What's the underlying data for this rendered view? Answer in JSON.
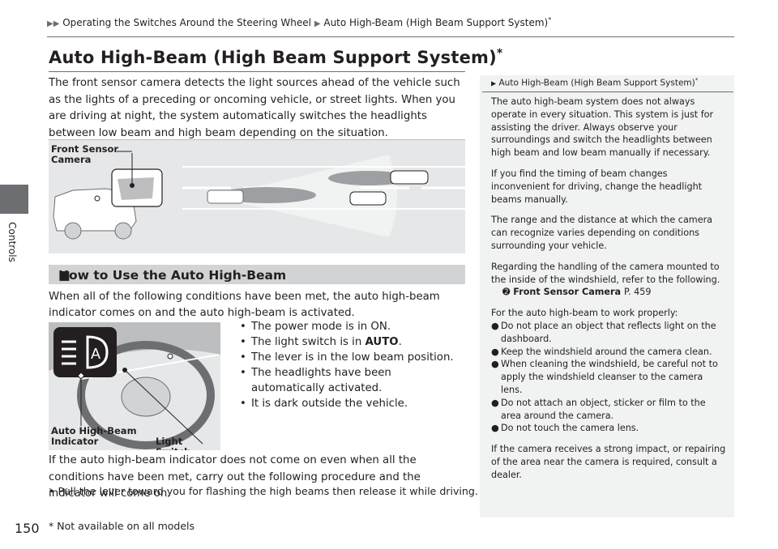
{
  "breadcrumb": {
    "parent": "Operating the Switches Around the Steering Wheel",
    "current": "Auto High-Beam (High Beam Support System)",
    "marker": "*"
  },
  "side_tab": {
    "label": "Controls"
  },
  "title": {
    "text": "Auto High-Beam (High Beam Support System)",
    "marker": "*"
  },
  "intro": "The front sensor camera detects the light sources ahead of the vehicle such as the lights of a preceding or oncoming vehicle, or street lights. When you are driving at night, the system automatically switches the headlights between low beam and high beam depending on the situation.",
  "figure1": {
    "label_line1": "Front Sensor",
    "label_line2": "Camera"
  },
  "section": {
    "bullet": "■",
    "heading": "How to Use the Auto High-Beam"
  },
  "conditions_intro": "When all of the following conditions have been met, the auto high-beam indicator comes on and the auto high-beam is activated.",
  "conditions": [
    {
      "text": "The power mode is in ON."
    },
    {
      "text": "The light switch is in ",
      "emph": "AUTO",
      "after": "."
    },
    {
      "text": "The lever is in the low beam position."
    },
    {
      "text": "The headlights have been automatically activated."
    },
    {
      "text": "It is dark outside the vehicle."
    }
  ],
  "figure2": {
    "label_indicator_1": "Auto High-Beam",
    "label_indicator_2": "Indicator",
    "label_switch": "Light Switch",
    "indicator_glyph": "A"
  },
  "after_text": "If the auto high-beam indicator does not come on even when all the conditions have been met, carry out the following procedure and the indicator will come on.",
  "after_bullet": "Pull the lever toward you for flashing the high beams then release it while driving.",
  "sidebar": {
    "heading": "Auto High-Beam (High Beam Support System)",
    "marker": "*",
    "p1": "The auto high-beam system does not always operate in every situation. This system is just for assisting the driver. Always observe your surroundings and switch the headlights between high beam and low beam manually if necessary.",
    "p2": "If you find the timing of beam changes inconvenient for driving, change the headlight beams manually.",
    "p3": "The range and the distance at which the camera can recognize varies depending on conditions surrounding your vehicle.",
    "p4": "Regarding the handling of the camera mounted to the inside of the windshield, refer to the following.",
    "ref_label": "Front Sensor Camera",
    "ref_page": "P. 459",
    "p5": "For the auto high-beam to work properly:",
    "items": [
      "Do not place an object that reflects light on the dashboard.",
      "Keep the windshield around the camera clean.",
      "When cleaning the windshield, be careful not to apply the windshield cleanser to the camera lens.",
      "Do not attach an object, sticker or film to the area around the camera.",
      "Do not touch the camera lens."
    ],
    "p6": "If the camera receives a strong impact, or repairing of the area near the camera is required, consult a dealer."
  },
  "page_number": "150",
  "footnote": "* Not available on all models"
}
